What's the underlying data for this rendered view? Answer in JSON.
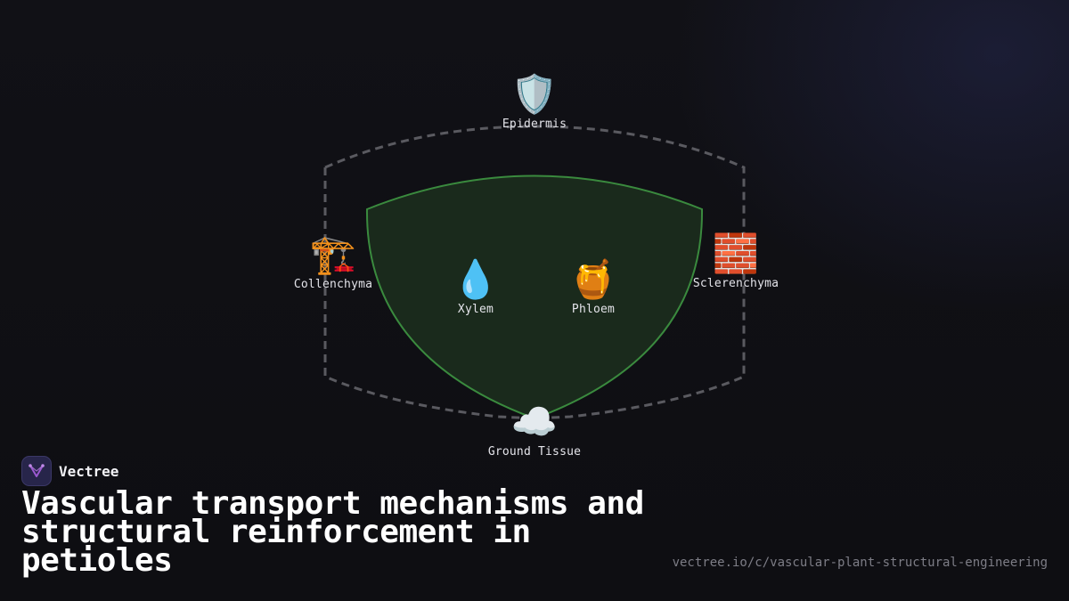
{
  "diagram": {
    "nodes": {
      "epidermis": {
        "label": "Epidermis",
        "icon": "shield-icon",
        "glyph": "🛡️"
      },
      "collenchyma": {
        "label": "Collenchyma",
        "icon": "construction-crane-icon",
        "glyph": "🏗️"
      },
      "sclerenchyma": {
        "label": "Sclerenchyma",
        "icon": "brick-wall-icon",
        "glyph": "🧱"
      },
      "xylem": {
        "label": "Xylem",
        "icon": "water-droplet-icon",
        "glyph": "💧"
      },
      "phloem": {
        "label": "Phloem",
        "icon": "honey-pot-icon",
        "glyph": "🍯"
      },
      "ground_tissue": {
        "label": "Ground Tissue",
        "icon": "cloud-icon",
        "glyph": "☁️"
      }
    },
    "colors": {
      "outer_boundary": "#5a5a60",
      "vascular_fill": "#1a2a1c",
      "vascular_stroke": "#3a8a3e"
    }
  },
  "branding": {
    "name": "Vectree",
    "logo_icon": "vectree-logo-icon",
    "accent": "#9b59d0"
  },
  "headline": {
    "line1": "Vascular transport mechanisms and",
    "line2": "structural reinforcement in",
    "line3": "petioles"
  },
  "source_url": "vectree.io/c/vascular-plant-structural-engineering"
}
